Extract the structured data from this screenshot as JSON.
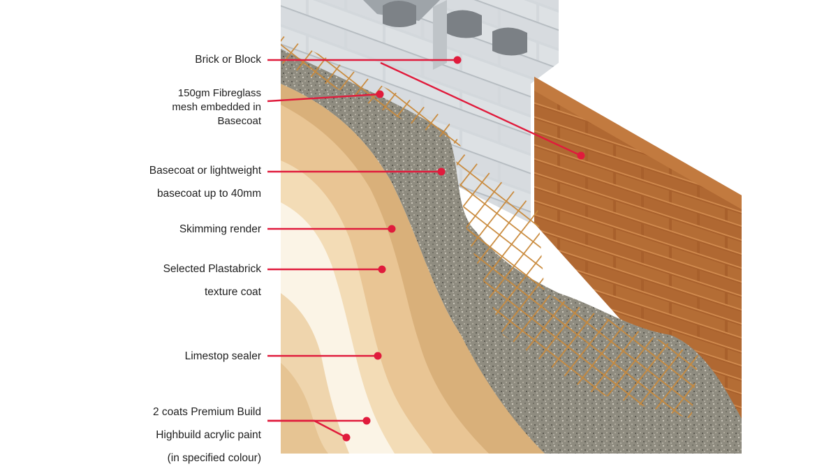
{
  "labels": [
    {
      "id": "brick-or-block",
      "lines": [
        "Brick or Block"
      ]
    },
    {
      "id": "fibreglass-mesh",
      "lines": [
        "150gm Fibreglass",
        "mesh embedded in",
        "Basecoat"
      ]
    },
    {
      "id": "basecoat",
      "lines": [
        "Basecoat or lightweight",
        "basecoat up to 40mm"
      ]
    },
    {
      "id": "skimming-render",
      "lines": [
        "Skimming render"
      ]
    },
    {
      "id": "texture-coat",
      "lines": [
        "Selected Plastabrick",
        "texture coat"
      ]
    },
    {
      "id": "limestop-sealer",
      "lines": [
        "Limestop sealer"
      ]
    },
    {
      "id": "premium-paint",
      "lines": [
        "2 coats Premium Build",
        "Highbuild acrylic paint",
        "(in specified colour)"
      ]
    }
  ],
  "colors": {
    "leader": "#e01b3c",
    "brick": "#a8602c",
    "block": "#cfd4d8",
    "basecoat": "#8f8c80",
    "mesh": "#c98a3c",
    "render": "#e9c594",
    "texture": "#f3dcb6",
    "sealer": "#fbf4e6"
  }
}
